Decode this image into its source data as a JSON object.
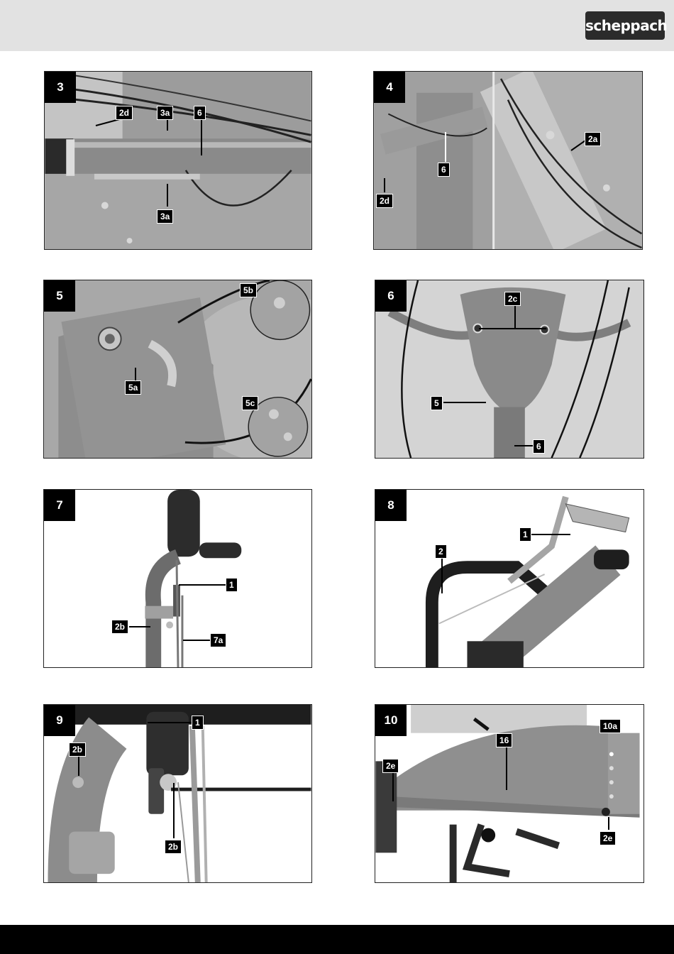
{
  "header": {
    "brand": "scheppach"
  },
  "colors": {
    "header_bg": "#e2e2e2",
    "footer_bg": "#000000",
    "label_bg": "#000000",
    "label_text": "#ffffff"
  },
  "figures": [
    {
      "number": "3",
      "labels": [
        "2d",
        "3a",
        "6",
        "3a"
      ]
    },
    {
      "number": "4",
      "labels": [
        "2a",
        "6",
        "2d"
      ]
    },
    {
      "number": "5",
      "labels": [
        "5b",
        "5a",
        "5c"
      ]
    },
    {
      "number": "6",
      "labels": [
        "2c",
        "5",
        "6"
      ]
    },
    {
      "number": "7",
      "labels": [
        "1",
        "2b",
        "7a"
      ]
    },
    {
      "number": "8",
      "labels": [
        "1",
        "2"
      ]
    },
    {
      "number": "9",
      "labels": [
        "1",
        "2b",
        "2b"
      ]
    },
    {
      "number": "10",
      "labels": [
        "10a",
        "16",
        "2e",
        "2e"
      ]
    }
  ]
}
